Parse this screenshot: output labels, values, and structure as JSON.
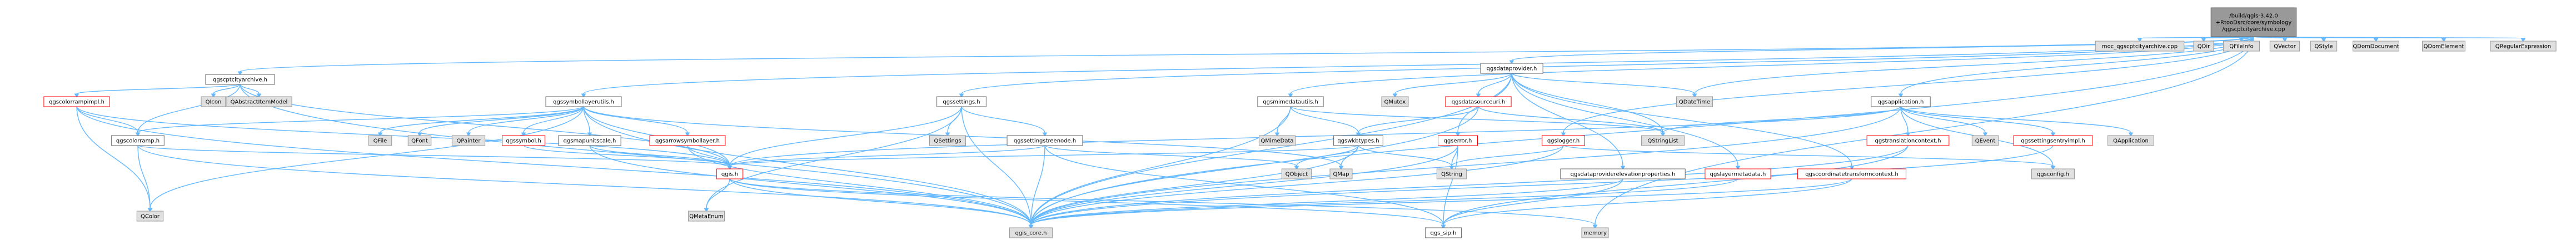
{
  "graph": {
    "nodes": [
      {
        "id": "root",
        "label": [
          "/build/qgis-3.42.0",
          "+RtooDsrc/core/symbology",
          "/qgscptcityarchive.cpp"
        ],
        "kind": "root"
      },
      {
        "id": "qgscptcityarchive_h",
        "label": [
          "qgscptcityarchive.h"
        ],
        "kind": "doc"
      },
      {
        "id": "qgscolorrampimpl_h",
        "label": [
          "qgscolorrampimpl.h"
        ],
        "kind": "red"
      },
      {
        "id": "QIcon",
        "label": [
          "QIcon"
        ],
        "kind": "ext"
      },
      {
        "id": "QAbstractItemModel",
        "label": [
          "QAbstractItemModel"
        ],
        "kind": "ext"
      },
      {
        "id": "qgscolorramp_h",
        "label": [
          "qgscolorramp.h"
        ],
        "kind": "doc"
      },
      {
        "id": "QColor",
        "label": [
          "QColor"
        ],
        "kind": "ext"
      },
      {
        "id": "qgssymbollayerutils_h",
        "label": [
          "qgssymbollayerutils.h"
        ],
        "kind": "doc"
      },
      {
        "id": "QFile",
        "label": [
          "QFile"
        ],
        "kind": "ext"
      },
      {
        "id": "QFont",
        "label": [
          "QFont"
        ],
        "kind": "ext"
      },
      {
        "id": "QPainter",
        "label": [
          "QPainter"
        ],
        "kind": "ext"
      },
      {
        "id": "qgssymbol_h",
        "label": [
          "qgssymbol.h"
        ],
        "kind": "red"
      },
      {
        "id": "qgsmapunitscale_h",
        "label": [
          "qgsmapunitscale.h"
        ],
        "kind": "doc"
      },
      {
        "id": "qgsarrowsymbollayer_h",
        "label": [
          "qgsarrowsymbollayer.h"
        ],
        "kind": "red"
      },
      {
        "id": "qgis_h",
        "label": [
          "qgis.h"
        ],
        "kind": "red"
      },
      {
        "id": "QMetaEnum",
        "label": [
          "QMetaEnum"
        ],
        "kind": "ext"
      },
      {
        "id": "qgis_core_h",
        "label": [
          "qgis_core.h"
        ],
        "kind": "ext"
      },
      {
        "id": "qgs_sip_h",
        "label": [
          "qgs_sip.h"
        ],
        "kind": "doc"
      },
      {
        "id": "memory",
        "label": [
          "memory"
        ],
        "kind": "ext"
      },
      {
        "id": "qgssettings_h",
        "label": [
          "qgssettings.h"
        ],
        "kind": "doc"
      },
      {
        "id": "QSettings",
        "label": [
          "QSettings"
        ],
        "kind": "ext"
      },
      {
        "id": "qgssettingstreenode_h",
        "label": [
          "qgssettingstreenode.h"
        ],
        "kind": "doc"
      },
      {
        "id": "QObject",
        "label": [
          "QObject"
        ],
        "kind": "ext"
      },
      {
        "id": "QMap",
        "label": [
          "QMap"
        ],
        "kind": "ext"
      },
      {
        "id": "qgsmimedatautils_h",
        "label": [
          "qgsmimedatautils.h"
        ],
        "kind": "doc"
      },
      {
        "id": "QMimeData",
        "label": [
          "QMimeData"
        ],
        "kind": "ext"
      },
      {
        "id": "qgswkbtypes_h",
        "label": [
          "qgswkbtypes.h"
        ],
        "kind": "doc"
      },
      {
        "id": "qgserror_h",
        "label": [
          "qgserror.h"
        ],
        "kind": "red"
      },
      {
        "id": "QString",
        "label": [
          "QString"
        ],
        "kind": "ext"
      },
      {
        "id": "qgsdataprovider_h",
        "label": [
          "qgsdataprovider.h"
        ],
        "kind": "doc"
      },
      {
        "id": "QMutex",
        "label": [
          "QMutex"
        ],
        "kind": "ext"
      },
      {
        "id": "qgsdatasourceuri_h",
        "label": [
          "qgsdatasourceuri.h"
        ],
        "kind": "red"
      },
      {
        "id": "qgslogger_h",
        "label": [
          "qgslogger.h"
        ],
        "kind": "red"
      },
      {
        "id": "QStringList",
        "label": [
          "QStringList"
        ],
        "kind": "ext"
      },
      {
        "id": "QDateTime",
        "label": [
          "QDateTime"
        ],
        "kind": "ext"
      },
      {
        "id": "qgsdataproviderelevationproperties_h",
        "label": [
          "qgsdataproviderelevationproperties.h"
        ],
        "kind": "doc"
      },
      {
        "id": "qgslayermetadata_h",
        "label": [
          "qgslayermetadata.h"
        ],
        "kind": "red"
      },
      {
        "id": "qgscoordinatetransformcontext_h",
        "label": [
          "qgscoordinatetransformcontext.h"
        ],
        "kind": "red"
      },
      {
        "id": "qgsapplication_h",
        "label": [
          "qgsapplication.h"
        ],
        "kind": "doc"
      },
      {
        "id": "qgstranslationcontext_h",
        "label": [
          "qgstranslationcontext.h"
        ],
        "kind": "red"
      },
      {
        "id": "QEvent",
        "label": [
          "QEvent"
        ],
        "kind": "ext"
      },
      {
        "id": "qgssettingsentryimpl_h",
        "label": [
          "qgssettingsentryimpl.h"
        ],
        "kind": "red"
      },
      {
        "id": "QApplication",
        "label": [
          "QApplication"
        ],
        "kind": "ext"
      },
      {
        "id": "qgsconfig_h",
        "label": [
          "qgsconfig.h"
        ],
        "kind": "ext"
      },
      {
        "id": "moc_qgscptcityarchive_cpp",
        "label": [
          "moc_qgscptcityarchive.cpp"
        ],
        "kind": "ext"
      },
      {
        "id": "QDir",
        "label": [
          "QDir"
        ],
        "kind": "ext"
      },
      {
        "id": "QFileInfo",
        "label": [
          "QFileInfo"
        ],
        "kind": "ext"
      },
      {
        "id": "QVector",
        "label": [
          "QVector"
        ],
        "kind": "ext"
      },
      {
        "id": "QStyle",
        "label": [
          "QStyle"
        ],
        "kind": "ext"
      },
      {
        "id": "QDomDocument",
        "label": [
          "QDomDocument"
        ],
        "kind": "ext"
      },
      {
        "id": "QDomElement",
        "label": [
          "QDomElement"
        ],
        "kind": "ext"
      },
      {
        "id": "QRegularExpression",
        "label": [
          "QRegularExpression"
        ],
        "kind": "ext"
      }
    ],
    "edges": [
      [
        "root",
        "qgscptcityarchive_h"
      ],
      [
        "root",
        "qgssymbollayerutils_h"
      ],
      [
        "root",
        "qgssettings_h"
      ],
      [
        "root",
        "qgsdataprovider_h"
      ],
      [
        "root",
        "qgsapplication_h"
      ],
      [
        "root",
        "qgslogger_h"
      ],
      [
        "root",
        "qgsmimedatautils_h"
      ],
      [
        "root",
        "moc_qgscptcityarchive_cpp"
      ],
      [
        "root",
        "QDateTime"
      ],
      [
        "root",
        "QDir"
      ],
      [
        "root",
        "QFileInfo"
      ],
      [
        "root",
        "QVector"
      ],
      [
        "root",
        "QStyle"
      ],
      [
        "root",
        "QDomDocument"
      ],
      [
        "root",
        "QDomElement"
      ],
      [
        "root",
        "QRegularExpression"
      ],
      [
        "root",
        "qgis_core_h"
      ],
      [
        "root",
        "memory"
      ],
      [
        "qgscptcityarchive_h",
        "qgscolorrampimpl_h"
      ],
      [
        "qgscptcityarchive_h",
        "QIcon"
      ],
      [
        "qgscptcityarchive_h",
        "QAbstractItemModel"
      ],
      [
        "qgscptcityarchive_h",
        "qgis_core_h"
      ],
      [
        "qgscptcityarchive_h",
        "qgis_h"
      ],
      [
        "qgscptcityarchive_h",
        "qgscolorramp_h"
      ],
      [
        "qgscolorrampimpl_h",
        "qgscolorramp_h"
      ],
      [
        "qgscolorrampimpl_h",
        "QColor"
      ],
      [
        "qgscolorrampimpl_h",
        "qgis_core_h"
      ],
      [
        "qgscolorrampimpl_h",
        "qgis_h"
      ],
      [
        "qgscolorramp_h",
        "QColor"
      ],
      [
        "qgscolorramp_h",
        "qgis_core_h"
      ],
      [
        "qgscolorramp_h",
        "qgis_h"
      ],
      [
        "qgssymbollayerutils_h",
        "QFile"
      ],
      [
        "qgssymbollayerutils_h",
        "QFont"
      ],
      [
        "qgssymbollayerutils_h",
        "QPainter"
      ],
      [
        "qgssymbollayerutils_h",
        "qgssymbol_h"
      ],
      [
        "qgssymbollayerutils_h",
        "qgsmapunitscale_h"
      ],
      [
        "qgssymbollayerutils_h",
        "qgsarrowsymbollayer_h"
      ],
      [
        "qgssymbollayerutils_h",
        "qgis_h"
      ],
      [
        "qgssymbollayerutils_h",
        "qgscolorramp_h"
      ],
      [
        "qgssymbollayerutils_h",
        "QColor"
      ],
      [
        "qgssymbollayerutils_h",
        "qgis_core_h"
      ],
      [
        "qgssymbollayerutils_h",
        "QMap"
      ],
      [
        "qgssymbol_h",
        "qgis_h"
      ],
      [
        "qgsmapunitscale_h",
        "qgis_h"
      ],
      [
        "qgsmapunitscale_h",
        "qgis_core_h"
      ],
      [
        "qgsarrowsymbollayer_h",
        "qgis_h"
      ],
      [
        "qgsarrowsymbollayer_h",
        "qgis_core_h"
      ],
      [
        "qgis_h",
        "QMetaEnum"
      ],
      [
        "qgis_h",
        "qgis_core_h"
      ],
      [
        "qgis_h",
        "qgs_sip_h"
      ],
      [
        "qgis_h",
        "memory"
      ],
      [
        "qgssettings_h",
        "QSettings"
      ],
      [
        "qgssettings_h",
        "qgssettingstreenode_h"
      ],
      [
        "qgssettings_h",
        "QMetaEnum"
      ],
      [
        "qgssettings_h",
        "qgis_core_h"
      ],
      [
        "qgssettings_h",
        "qgis_h"
      ],
      [
        "qgssettingstreenode_h",
        "qgis_h"
      ],
      [
        "qgssettingstreenode_h",
        "qgis_core_h"
      ],
      [
        "qgssettingstreenode_h",
        "qgs_sip_h"
      ],
      [
        "qgssettingstreenode_h",
        "QObject"
      ],
      [
        "qgsmimedatautils_h",
        "QMimeData"
      ],
      [
        "qgsmimedatautils_h",
        "qgswkbtypes_h"
      ],
      [
        "qgsmimedatautils_h",
        "qgis_core_h"
      ],
      [
        "qgsmimedatautils_h",
        "QStringList"
      ],
      [
        "qgswkbtypes_h",
        "QObject"
      ],
      [
        "qgswkbtypes_h",
        "QMap"
      ],
      [
        "qgswkbtypes_h",
        "QString"
      ],
      [
        "qgswkbtypes_h",
        "qgis_core_h"
      ],
      [
        "qgswkbtypes_h",
        "qgis_h"
      ],
      [
        "qgserror_h",
        "QString"
      ],
      [
        "qgserror_h",
        "qgis_core_h"
      ],
      [
        "qgserror_h",
        "qgs_sip_h"
      ],
      [
        "qgsdataprovider_h",
        "QMutex"
      ],
      [
        "qgsdataprovider_h",
        "qgsdatasourceuri_h"
      ],
      [
        "qgsdataprovider_h",
        "qgserror_h"
      ],
      [
        "qgsdataprovider_h",
        "QDateTime"
      ],
      [
        "qgsdataprovider_h",
        "qgsdataproviderelevationproperties_h"
      ],
      [
        "qgsdataprovider_h",
        "qgslayermetadata_h"
      ],
      [
        "qgsdataprovider_h",
        "qgscoordinatetransformcontext_h"
      ],
      [
        "qgsdataprovider_h",
        "qgis_core_h"
      ],
      [
        "qgsdataprovider_h",
        "QStringList"
      ],
      [
        "qgsdatasourceuri_h",
        "qgswkbtypes_h"
      ],
      [
        "qgsdatasourceuri_h",
        "qgis_core_h"
      ],
      [
        "qgsdatasourceuri_h",
        "QStringList"
      ],
      [
        "qgsdataproviderelevationproperties_h",
        "qgis_core_h"
      ],
      [
        "qgsdataproviderelevationproperties_h",
        "qgs_sip_h"
      ],
      [
        "qgslayermetadata_h",
        "qgis_core_h"
      ],
      [
        "qgscoordinatetransformcontext_h",
        "qgis_core_h"
      ],
      [
        "qgscoordinatetransformcontext_h",
        "qgs_sip_h"
      ],
      [
        "qgslogger_h",
        "QString"
      ],
      [
        "qgslogger_h",
        "qgis_core_h"
      ],
      [
        "qgslogger_h",
        "qgsconfig_h"
      ],
      [
        "qgsapplication_h",
        "qgstranslationcontext_h"
      ],
      [
        "qgsapplication_h",
        "QEvent"
      ],
      [
        "qgsapplication_h",
        "qgssettingsentryimpl_h"
      ],
      [
        "qgsapplication_h",
        "QApplication"
      ],
      [
        "qgsapplication_h",
        "qgsconfig_h"
      ],
      [
        "qgsapplication_h",
        "qgis_core_h"
      ],
      [
        "qgsapplication_h",
        "qgis_h"
      ],
      [
        "qgsapplication_h",
        "QStringList"
      ],
      [
        "qgstranslationcontext_h",
        "qgis_core_h"
      ],
      [
        "qgstranslationcontext_h",
        "qgs_sip_h"
      ],
      [
        "qgssettingsentryimpl_h",
        "qgis_core_h"
      ]
    ]
  },
  "colors": {
    "edge": "#63b8ff",
    "root_fill": "#999999",
    "missing_doc_border": "#ff0000",
    "external_fill": "#e0e0e0"
  }
}
